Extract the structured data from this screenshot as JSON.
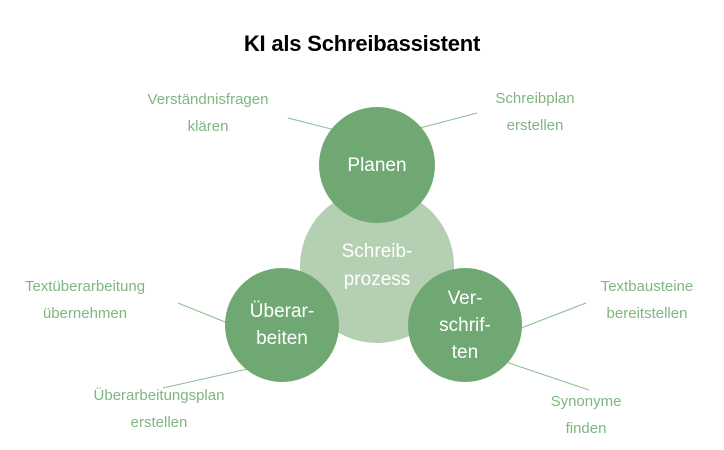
{
  "title": "KI als Schreibassistent",
  "diagram": {
    "center": {
      "label": "Schreib-\nprozess"
    },
    "phases": {
      "planen": {
        "label": "Planen"
      },
      "ueberarbeiten": {
        "label": "Überar-\nbeiten"
      },
      "verschriften": {
        "label": "Ver-\nschrif-\nten"
      }
    },
    "annotations": {
      "verstaendnisfragen": {
        "text": "Verständnisfragen\nklären"
      },
      "schreibplan": {
        "text": "Schreibplan\nerstellen"
      },
      "textueberarbeitung": {
        "text": "Textüberarbeitung\nübernehmen"
      },
      "ueberarbeitungsplan": {
        "text": "Überarbeitungsplan\nerstellen"
      },
      "textbausteine": {
        "text": "Textbausteine\nbereitstellen"
      },
      "synonyme": {
        "text": "Synonyme\nfinden"
      }
    },
    "colors": {
      "phase_circle": "#6FA873",
      "center_circle": "#B4CFB2",
      "annotation_text": "#7FB681",
      "connector_line": "#8FBC90",
      "title_text": "#000000",
      "circle_text": "#FFFFFF"
    }
  }
}
